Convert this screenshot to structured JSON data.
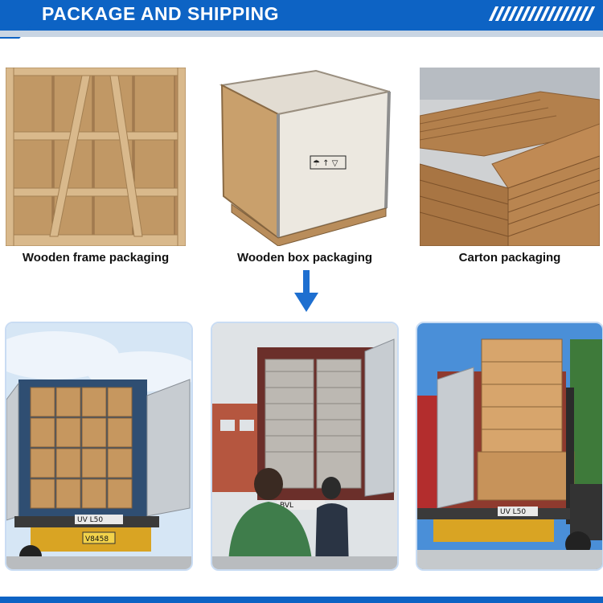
{
  "banner": {
    "title": "PACKAGE AND SHIPPING",
    "color": "#0d63c4"
  },
  "packaging": [
    {
      "label": "Wooden frame packaging",
      "image": "wooden-frame-crate-photo"
    },
    {
      "label": "Wooden box packaging",
      "image": "wooden-box-crate-photo"
    },
    {
      "label": "Carton packaging",
      "image": "carton-stacks-photo"
    }
  ],
  "arrow": {
    "icon": "arrow-down-icon",
    "color": "#1e6fd0"
  },
  "loading_photos": [
    {
      "image": "container-loaded-cartons-photo",
      "plate": "UV L50",
      "truck_plate": "V8458"
    },
    {
      "image": "workers-loading-container-photo",
      "plate": "BVL"
    },
    {
      "image": "forklift-loading-container-photo",
      "plate": "UV L50"
    }
  ]
}
